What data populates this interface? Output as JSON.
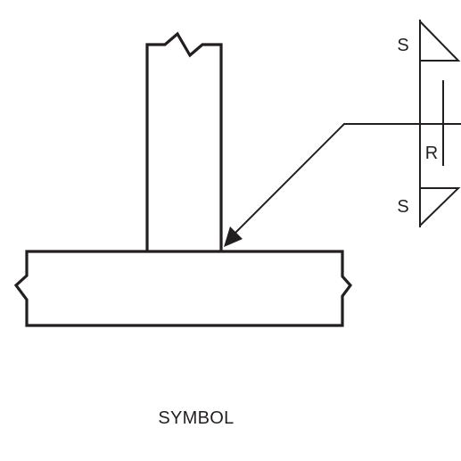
{
  "diagram": {
    "caption": "SYMBOL",
    "weld_symbol": {
      "arrow_side_size": "S",
      "other_side_size": "S",
      "root_opening": "R"
    }
  },
  "colors": {
    "line": "#231f20",
    "background": "#ffffff"
  }
}
